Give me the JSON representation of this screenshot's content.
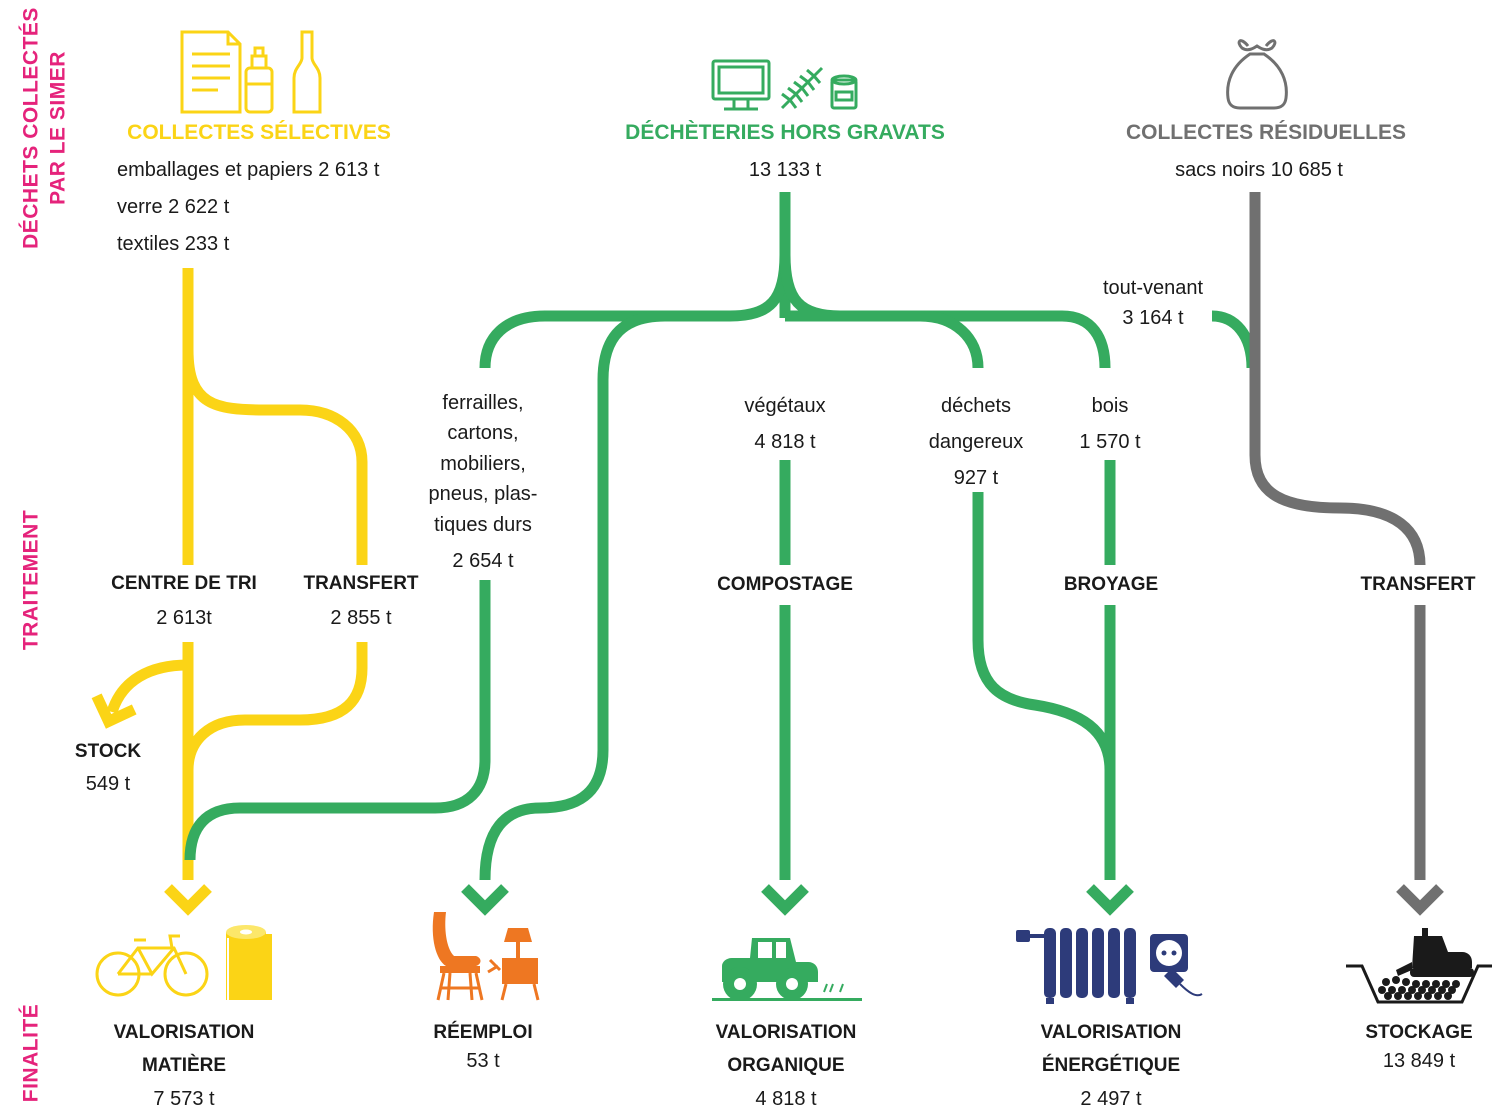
{
  "colors": {
    "yellow": "#fbd416",
    "green": "#35ab5f",
    "gray": "#707070",
    "magenta": "#e5237b",
    "orange": "#ee7722",
    "navy": "#2d3b7a"
  },
  "stages": {
    "collected": [
      "DÉCHETS COLLECTÉS",
      "PAR LE SIMER"
    ],
    "treatment": "TRAITEMENT",
    "final": "FINALITÉ"
  },
  "sources": {
    "selective": {
      "title": "COLLECTES SÉLECTIVES",
      "lines": [
        "emballages et papiers 2 613 t",
        "verre 2 622 t",
        "textiles 233 t"
      ],
      "icons": [
        "paper-icon",
        "jar-icon",
        "bottle-icon"
      ]
    },
    "dechet": {
      "title": "DÉCHÈTERIES HORS GRAVATS",
      "amount": "13 133 t",
      "icons": [
        "monitor-icon",
        "leaf-icon",
        "paint-can-icon"
      ]
    },
    "residual": {
      "title": "COLLECTES RÉSIDUELLES",
      "amount": "sacs noirs 10 685 t",
      "icons": [
        "trash-bag-icon"
      ]
    }
  },
  "streams": {
    "ferrailles": [
      "ferrailles,",
      "cartons,",
      "mobiliers,",
      "pneus, plas-",
      "tiques durs",
      "2 654 t"
    ],
    "vegetaux": [
      "végétaux",
      "4 818 t"
    ],
    "dangereux": [
      "déchets",
      "dangereux",
      "927 t"
    ],
    "bois": [
      "bois",
      "1 570 t"
    ],
    "tout_venant": [
      "tout-venant",
      "3 164 t"
    ]
  },
  "treatment": {
    "centre_tri": {
      "label": "CENTRE DE TRI",
      "amount": "2 613t"
    },
    "transfert_y": {
      "label": "TRANSFERT",
      "amount": "2 855 t"
    },
    "stock": {
      "label": "STOCK",
      "amount": "549 t"
    },
    "compostage": {
      "label": "COMPOSTAGE"
    },
    "broyage": {
      "label": "BROYAGE"
    },
    "transfert_g": {
      "label": "TRANSFERT"
    }
  },
  "outcomes": {
    "matiere": {
      "lines": [
        "VALORISATION",
        "MATIÈRE"
      ],
      "amount": "7 573 t",
      "icons": [
        "bicycle-icon",
        "paper-roll-icon"
      ]
    },
    "reemploi": {
      "lines": [
        "RÉEMPLOI"
      ],
      "amount": "53 t",
      "icons": [
        "chair-icon",
        "lamp-icon"
      ]
    },
    "organique": {
      "lines": [
        "VALORISATION",
        "ORGANIQUE"
      ],
      "amount": "4 818 t",
      "icons": [
        "tractor-icon"
      ]
    },
    "energetique": {
      "lines": [
        "VALORISATION",
        "ÉNERGÉTIQUE"
      ],
      "amount": "2 497 t",
      "icons": [
        "radiator-icon",
        "electric-plug-icon"
      ]
    },
    "stockage": {
      "lines": [
        "STOCKAGE"
      ],
      "amount": "13 849 t",
      "icons": [
        "landfill-icon"
      ]
    }
  }
}
